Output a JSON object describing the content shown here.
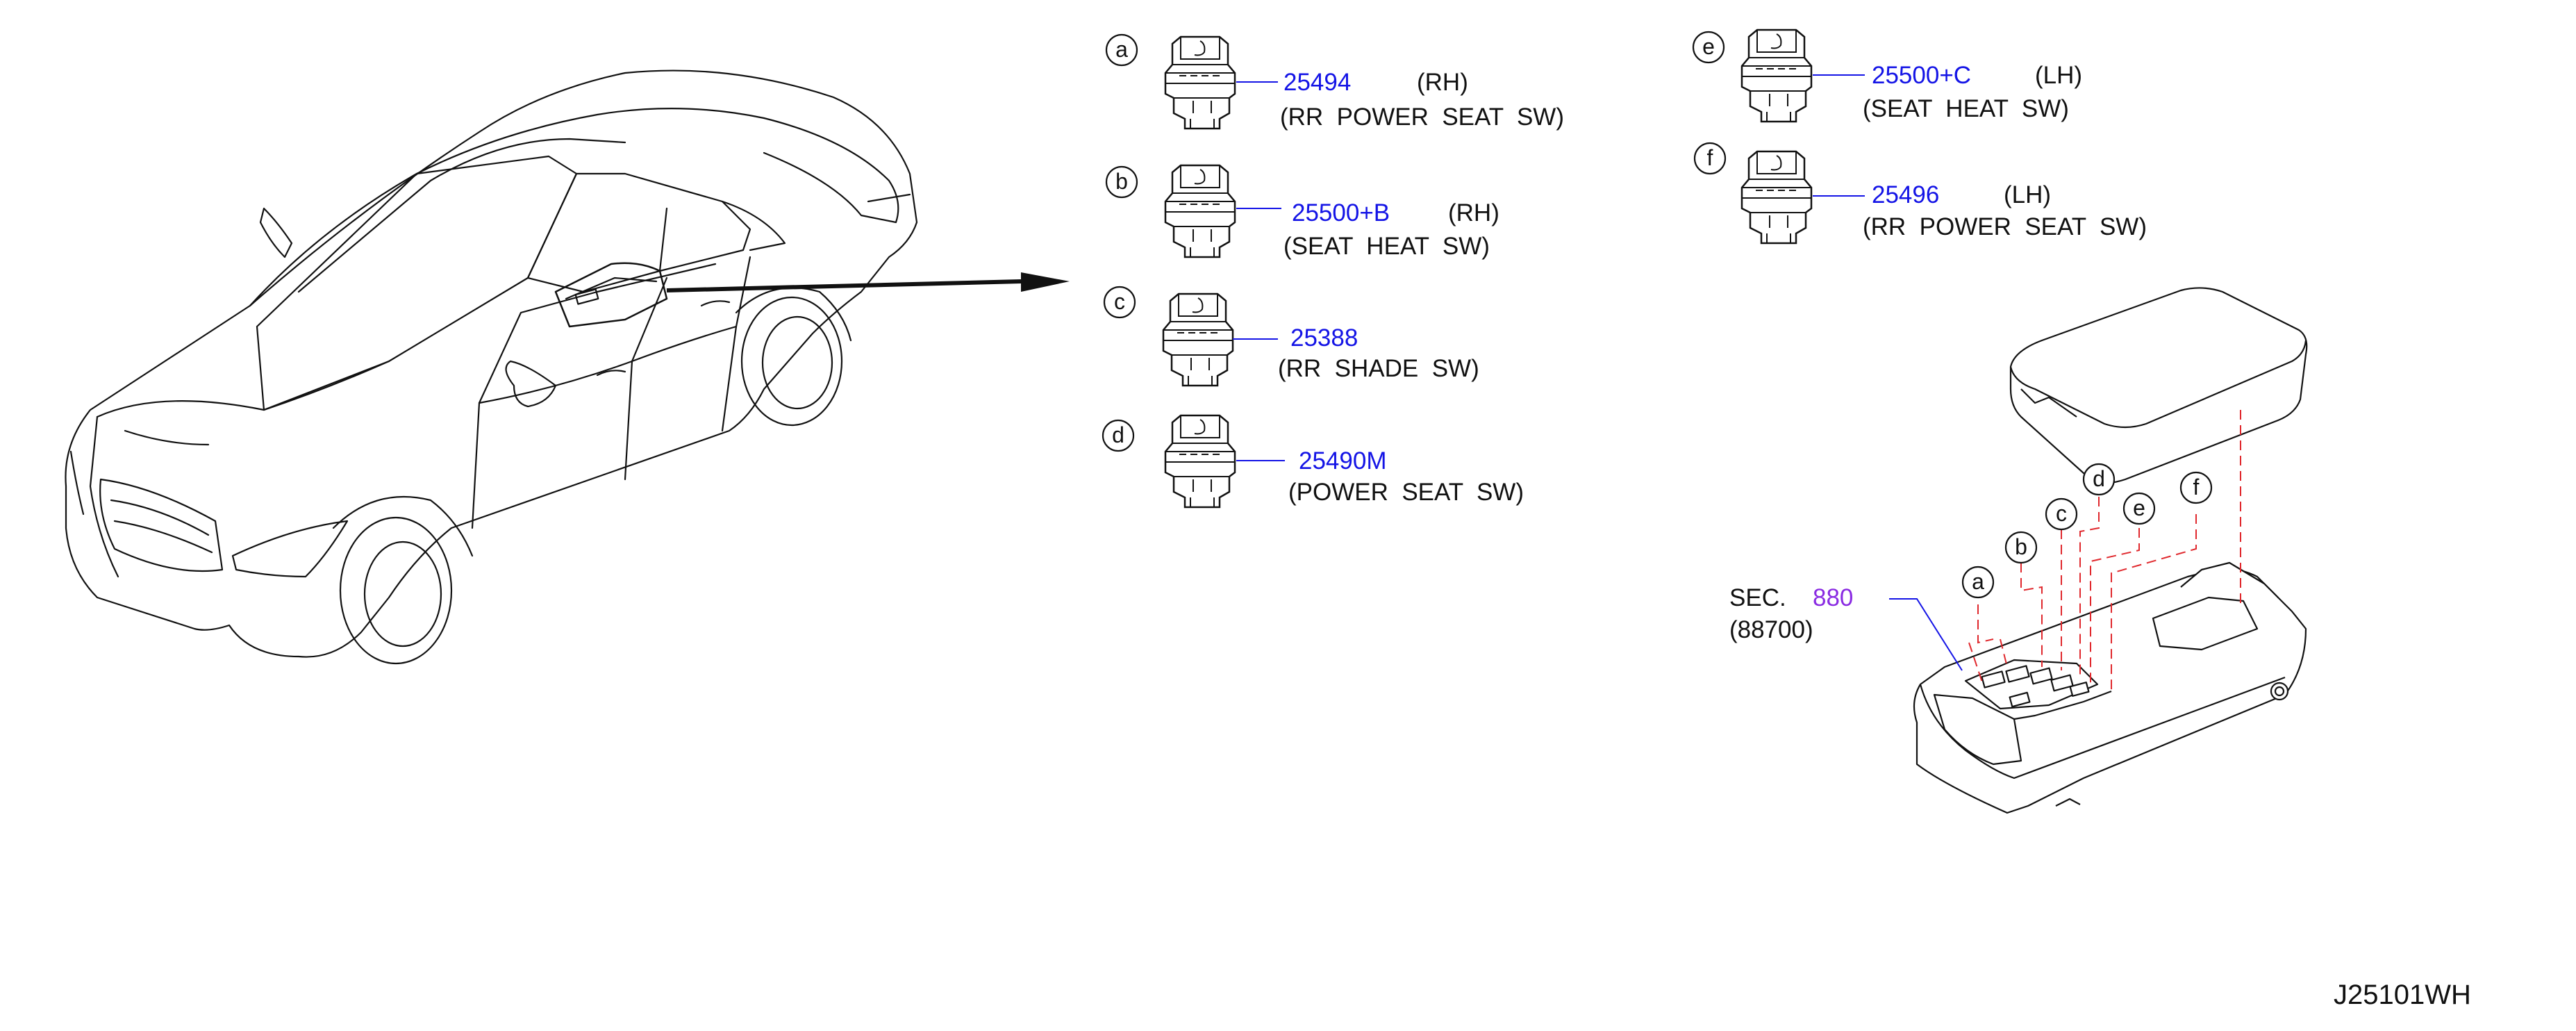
{
  "callouts": [
    {
      "letter": "a",
      "part_no": "25494",
      "side": "(RH)",
      "desc": "(RR  POWER  SEAT  SW)"
    },
    {
      "letter": "b",
      "part_no": "25500+B",
      "side": "(RH)",
      "desc": "(SEAT  HEAT  SW)"
    },
    {
      "letter": "c",
      "part_no": "25388",
      "side": "",
      "desc": "(RR  SHADE  SW)"
    },
    {
      "letter": "d",
      "part_no": "25490M",
      "side": "",
      "desc": "(POWER  SEAT  SW)"
    },
    {
      "letter": "e",
      "part_no": "25500+C",
      "side": "(LH)",
      "desc": "(SEAT  HEAT  SW)"
    },
    {
      "letter": "f",
      "part_no": "25496",
      "side": "(LH)",
      "desc": "(RR  POWER  SEAT  SW)"
    }
  ],
  "section": {
    "prefix": "SEC.",
    "number": "880",
    "sub": "(88700)"
  },
  "diagram_code": "J25101WH",
  "colors": {
    "line": "#111111",
    "part_number": "#1414e6",
    "section_link": "#8a2be2",
    "leader_dash": "#e0282d"
  }
}
